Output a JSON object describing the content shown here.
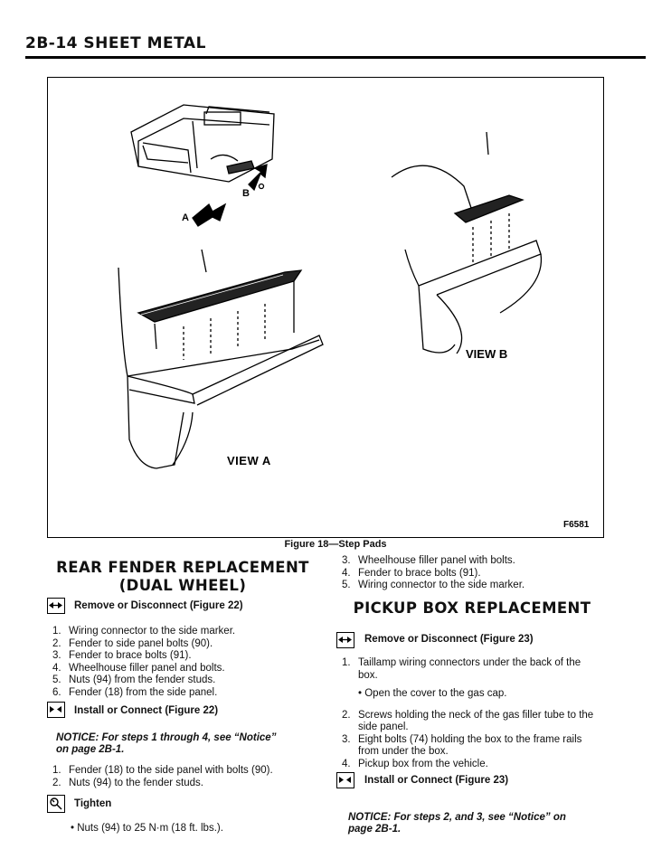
{
  "header": {
    "title": "2B-14  SHEET METAL"
  },
  "figure": {
    "caption": "Figure 18—Step Pads",
    "id": "F6581",
    "view_a": "VIEW  A",
    "view_b": "VIEW  B",
    "arrow_a": "A",
    "arrow_b": "B"
  },
  "left": {
    "heading_line1": "REAR FENDER REPLACEMENT",
    "heading_line2": "(DUAL WHEEL)",
    "remove_label": "Remove or Disconnect (Figure 22)",
    "remove_items": [
      "Wiring connector to the side marker.",
      "Fender to side panel bolts (90).",
      "Fender to brace bolts (91).",
      "Wheelhouse filler panel and bolts.",
      "Nuts (94) from the fender studs.",
      "Fender (18) from the side panel."
    ],
    "install_label": "Install or Connect (Figure 22)",
    "notice_line1": "NOTICE: For steps 1 through 4, see “Notice”",
    "notice_line2": "on page 2B-1.",
    "install_items": [
      "Fender (18) to the side panel with bolts (90).",
      "Nuts (94) to the fender studs."
    ],
    "tighten_label": "Tighten",
    "tighten_item": "Nuts (94) to 25 N·m (18 ft. lbs.)."
  },
  "right": {
    "cont_items": [
      "Wheelhouse filler panel with bolts.",
      "Fender to brace bolts (91).",
      "Wiring connector to the side marker."
    ],
    "heading": "PICKUP BOX REPLACEMENT",
    "remove_label": "Remove or Disconnect (Figure 23)",
    "item1_line1": "Taillamp wiring connectors under the back of the",
    "item1_line2": "box.",
    "bullet1": "Open the cover to the gas cap.",
    "item2_line1": "Screws holding the neck of the gas filler tube to the",
    "item2_line2": "side panel.",
    "item3_line1": "Eight bolts (74) holding the box to the frame rails",
    "item3_line2": "from under the box.",
    "item4": "Pickup box from the vehicle.",
    "install_label": "Install or Connect (Figure 23)",
    "notice_line1": "NOTICE: For steps 2, and 3, see “Notice” on",
    "notice_line2": "page 2B-1."
  }
}
